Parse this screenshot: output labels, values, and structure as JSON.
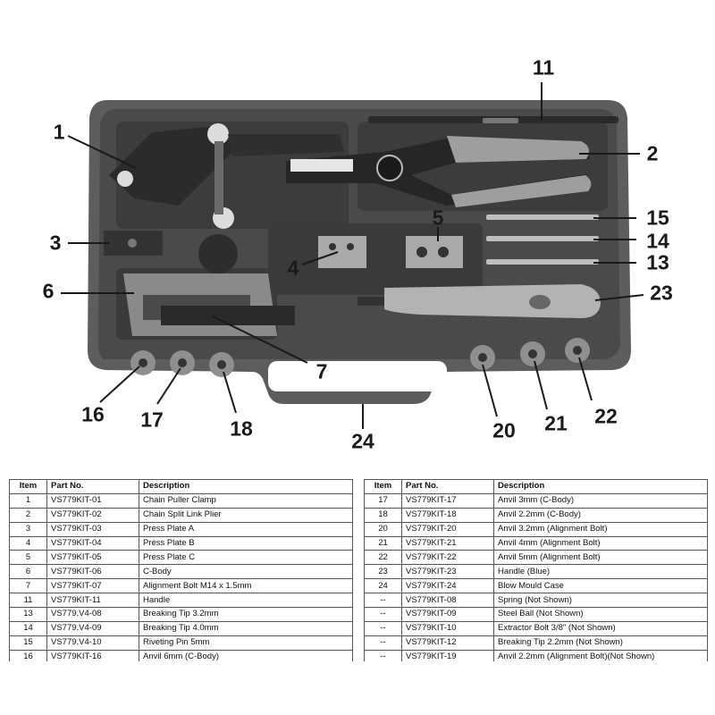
{
  "callouts": {
    "1": "1",
    "2": "2",
    "3": "3",
    "4": "4",
    "5": "5",
    "6": "6",
    "7": "7",
    "11": "11",
    "13": "13",
    "14": "14",
    "15": "15",
    "16": "16",
    "17": "17",
    "18": "18",
    "20": "20",
    "21": "21",
    "22": "22",
    "23": "23",
    "24": "24"
  },
  "table": {
    "headers": {
      "item": "Item",
      "part": "Part No.",
      "desc": "Description"
    },
    "left": [
      {
        "item": "1",
        "part": "VS779KIT-01",
        "desc": "Chain Puller Clamp"
      },
      {
        "item": "2",
        "part": "VS779KIT-02",
        "desc": "Chain Split Link Plier"
      },
      {
        "item": "3",
        "part": "VS779KIT-03",
        "desc": "Press Plate A"
      },
      {
        "item": "4",
        "part": "VS779KIT-04",
        "desc": "Press Plate B"
      },
      {
        "item": "5",
        "part": "VS779KIT-05",
        "desc": "Press Plate C"
      },
      {
        "item": "6",
        "part": "VS779KIT-06",
        "desc": "C-Body"
      },
      {
        "item": "7",
        "part": "VS779KIT-07",
        "desc": "Alignment Bolt M14 x 1.5mm"
      },
      {
        "item": "11",
        "part": "VS779KIT-11",
        "desc": "Handle"
      },
      {
        "item": "13",
        "part": "VS779.V4-08",
        "desc": "Breaking Tip 3.2mm"
      },
      {
        "item": "14",
        "part": "VS779.V4-09",
        "desc": "Breaking Tip 4.0mm"
      },
      {
        "item": "15",
        "part": "VS779.V4-10",
        "desc": "Riveting Pin 5mm"
      },
      {
        "item": "16",
        "part": "VS779KIT-16",
        "desc": "Anvil 6mm (C-Body)"
      }
    ],
    "right": [
      {
        "item": "17",
        "part": "VS779KIT-17",
        "desc": "Anvil 3mm (C-Body)"
      },
      {
        "item": "18",
        "part": "VS779KIT-18",
        "desc": "Anvil 2.2mm (C-Body)"
      },
      {
        "item": "20",
        "part": "VS779KIT-20",
        "desc": "Anvil 3.2mm (Alignment Bolt)"
      },
      {
        "item": "21",
        "part": "VS779KIT-21",
        "desc": "Anvil 4mm (Alignment Bolt)"
      },
      {
        "item": "22",
        "part": "VS779KIT-22",
        "desc": "Anvil 5mm (Alignment Bolt)"
      },
      {
        "item": "23",
        "part": "VS779KIT-23",
        "desc": "Handle (Blue)"
      },
      {
        "item": "24",
        "part": "VS779KIT-24",
        "desc": "Blow Mould Case"
      },
      {
        "item": "--",
        "part": "VS779KIT-08",
        "desc": "Spring (Not Shown)"
      },
      {
        "item": "--",
        "part": "VS779KIT-09",
        "desc": "Steel Ball (Not Shown)"
      },
      {
        "item": "--",
        "part": "VS779KIT-10",
        "desc": "Extractor Bolt 3/8\" (Not Shown)"
      },
      {
        "item": "--",
        "part": "VS779KIT-12",
        "desc": "Breaking Tip 2.2mm (Not Shown)"
      },
      {
        "item": "--",
        "part": "VS779KIT-19",
        "desc": "Anvil 2.2mm (Alignment Bolt)(Not Shown)"
      }
    ]
  }
}
